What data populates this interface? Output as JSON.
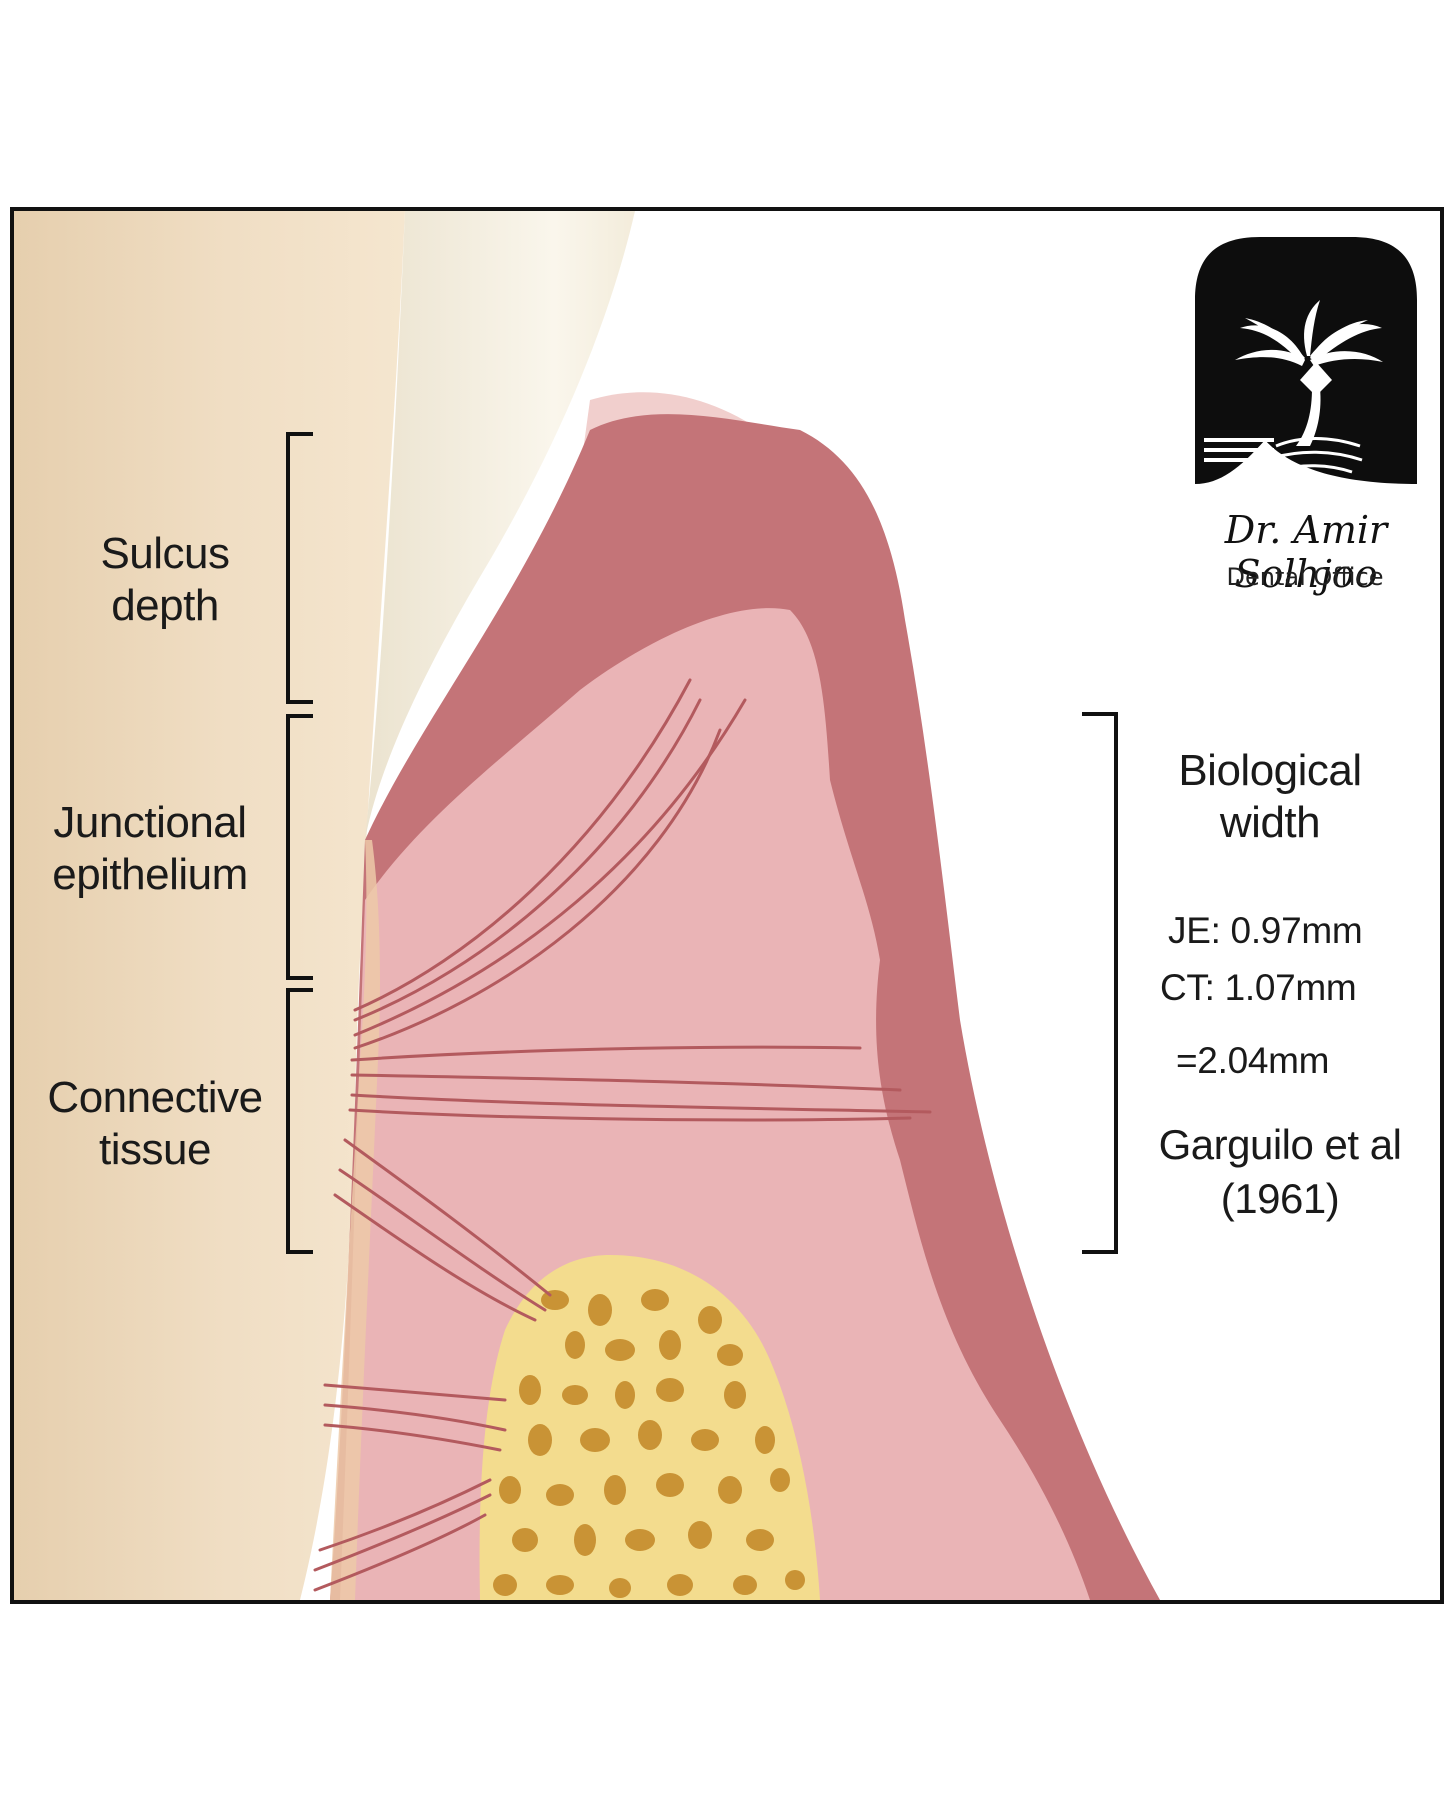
{
  "labels": {
    "sulcus": [
      "Sulcus",
      "depth"
    ],
    "junctional": [
      "Junctional",
      "epithelium"
    ],
    "connective": [
      "Connective",
      "tissue"
    ]
  },
  "biological_width": {
    "title": [
      "Biological",
      "width"
    ],
    "je": "JE: 0.97mm",
    "ct": "CT: 1.07mm",
    "total": "=2.04mm",
    "citation": [
      "Garguilo et al",
      "(1961)"
    ]
  },
  "logo": {
    "name": "Dr. Amir Solhjoo",
    "subtitle": "Dental Office"
  },
  "colors": {
    "tooth_root": "#ecd7b8",
    "enamel": "#f7f1e4",
    "gingiva_outer": "#c47478",
    "gingiva_inner": "#eab4b6",
    "gingiva_pale": "#f1cfcd",
    "bone": "#f3dc8e",
    "bone_marrow": "#c99335",
    "fibers": "#b35a5e"
  }
}
